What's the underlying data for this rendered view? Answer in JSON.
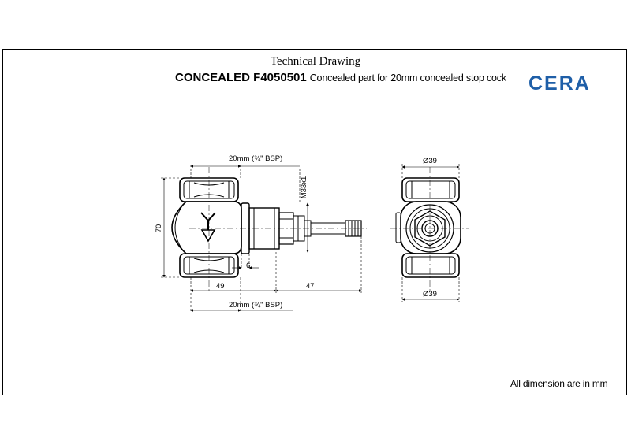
{
  "header": {
    "doc_type": "Technical Drawing",
    "model": "CONCEALED F4050501",
    "description": "Concealed part for 20mm concealed stop cock",
    "brand": "CERA",
    "brand_color": "#1f5fa8"
  },
  "dimensions": {
    "top_thread": "20mm (¾\" BSP)",
    "bottom_thread": "20mm (¾\" BSP)",
    "height": "70",
    "stem_thread": "M33x1",
    "offset_6": "6",
    "depth_49": "49",
    "stem_47": "47",
    "dia_top": "Ø39",
    "dia_bottom": "Ø39"
  },
  "footer": {
    "note": "All dimension are in mm"
  }
}
